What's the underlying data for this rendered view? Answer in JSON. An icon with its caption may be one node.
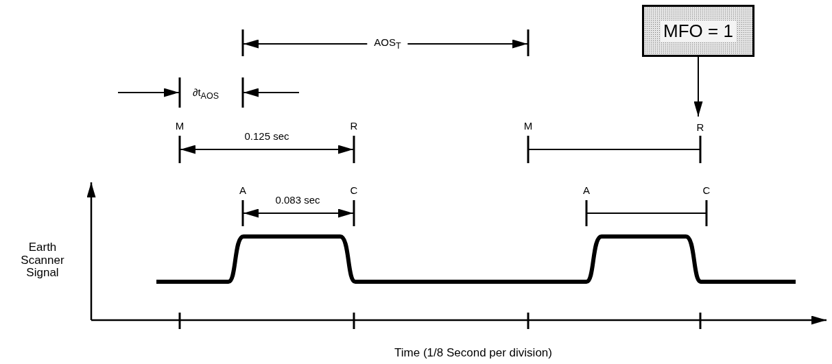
{
  "diagram": {
    "nodes": [
      {
        "text": [
          "MFO = 1"
        ]
      },
      {
        "text": [
          "R"
        ]
      }
    ],
    "edges": [
      {
        "from": 0,
        "to": 1,
        "arrow": "to"
      }
    ],
    "labels": [
      "AOS$_{T}$",
      "∂t$_{AOS}$",
      "M",
      "R",
      "0.125 sec",
      "M",
      "A",
      "0.083 sec",
      "C",
      "A",
      "C",
      "Earth Scanner Signal",
      "Time (1/8 Second per division)"
    ]
  }
}
